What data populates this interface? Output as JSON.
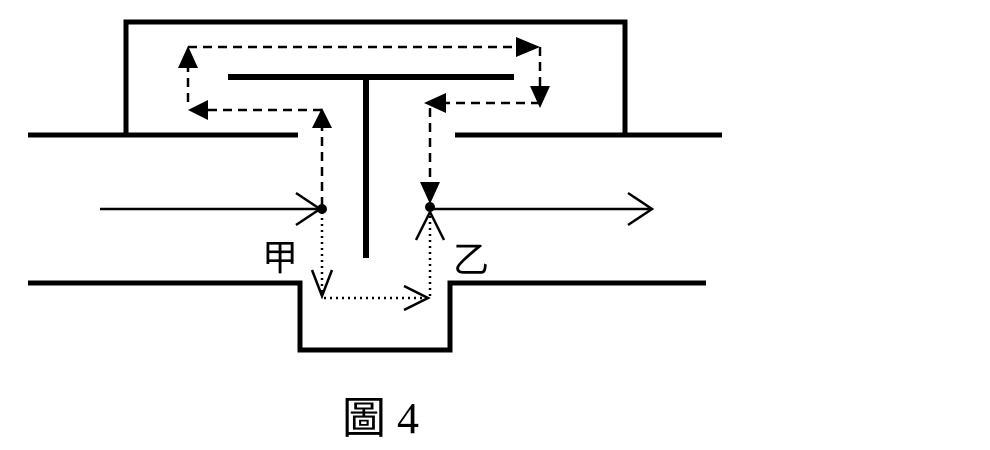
{
  "diagram": {
    "labels": {
      "point_a": "甲",
      "point_b": "乙"
    },
    "caption": "圖 4",
    "colors": {
      "line": "#000000",
      "background": "#ffffff"
    }
  }
}
